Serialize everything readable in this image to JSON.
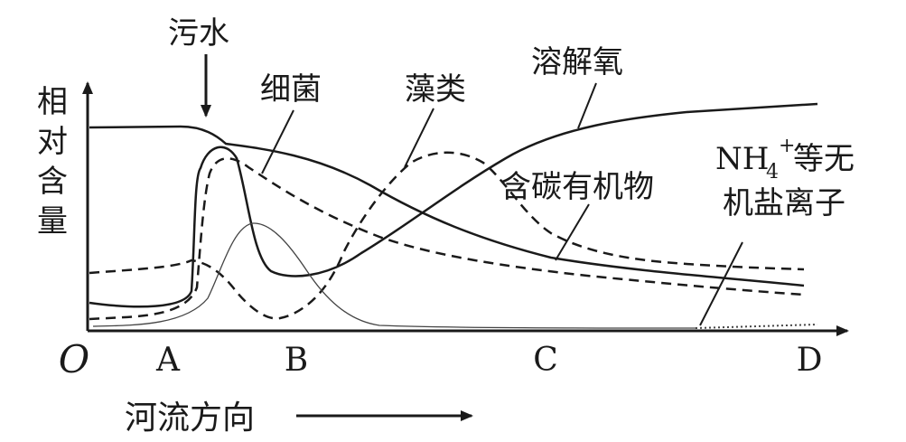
{
  "labels": {
    "sewage": "污水",
    "bacteria": "细菌",
    "algae": "藻类",
    "oxygen": "溶解氧",
    "organic": "含碳有机物",
    "nh4_main": "NH",
    "nh4_sub": "4",
    "nh4_sup": "+",
    "nh4_rest": "等无",
    "nh4_line2": "机盐离子",
    "ylabel": [
      "相",
      "对",
      "含",
      "量"
    ],
    "origin": "O",
    "xticks": [
      "A",
      "B",
      "C",
      "D"
    ],
    "xlabel": "河流方向"
  },
  "colors": {
    "ink": "#1a1a1a"
  }
}
